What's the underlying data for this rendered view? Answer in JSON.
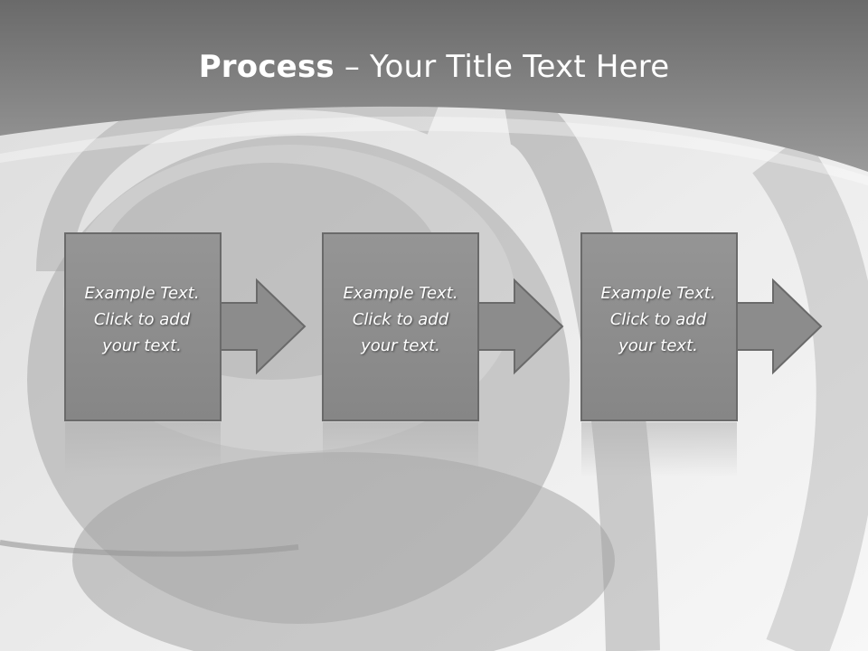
{
  "slide": {
    "title_strong": "Process",
    "title_rest": " – Your Title Text Here"
  },
  "steps": [
    {
      "lines": [
        "Example Text.",
        "Click  to add",
        "your text."
      ]
    },
    {
      "lines": [
        "Example Text.",
        "Click  to add",
        "your text."
      ]
    },
    {
      "lines": [
        "Example Text.",
        "Click  to add",
        "your text."
      ]
    }
  ],
  "colors": {
    "header_band": "#6d6d6d",
    "box_fill": "#8f8f8f",
    "box_border": "#6a6a6a",
    "text": "#ffffff"
  },
  "icons": {
    "background_image": "headphones-photo",
    "connector": "arrow-right-icon"
  }
}
